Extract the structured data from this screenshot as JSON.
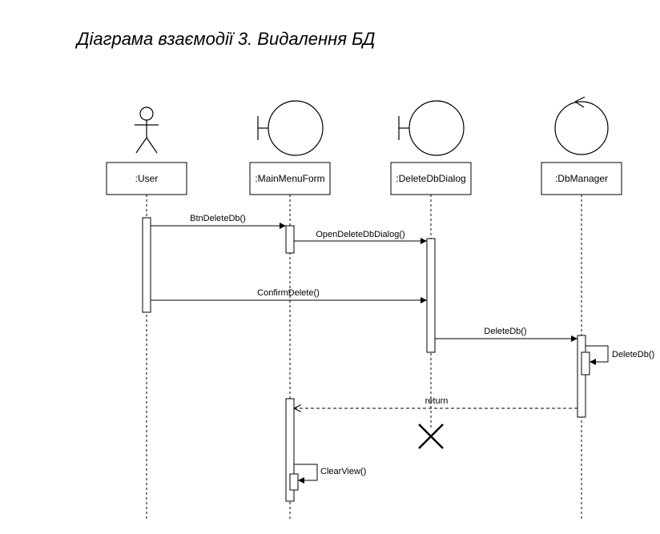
{
  "title": "Діаграма взаємодії 3. Видалення БД",
  "participants": [
    {
      "id": "user",
      "name": ":User",
      "kind": "actor-icon"
    },
    {
      "id": "main",
      "name": ":MainMenuForm",
      "kind": "boundary-icon"
    },
    {
      "id": "dlg",
      "name": ":DeleteDbDialog",
      "kind": "boundary-icon"
    },
    {
      "id": "mgr",
      "name": ":DbManager",
      "kind": "control-icon"
    }
  ],
  "messages": [
    {
      "label": "BtnDeleteDb()",
      "from": "user",
      "to": "main",
      "style": "sync"
    },
    {
      "label": "OpenDeleteDbDialog()",
      "from": "main",
      "to": "dlg",
      "style": "sync"
    },
    {
      "label": "ConfirmDelete()",
      "from": "user",
      "to": "dlg",
      "style": "sync"
    },
    {
      "label": "DeleteDb()",
      "from": "dlg",
      "to": "mgr",
      "style": "sync"
    },
    {
      "label": "DeleteDb()",
      "from": "mgr",
      "to": "mgr",
      "style": "self"
    },
    {
      "label": "return",
      "from": "mgr",
      "to": "main",
      "style": "return"
    },
    {
      "label": "ClearView()",
      "from": "main",
      "to": "main",
      "style": "self"
    }
  ],
  "destroy": {
    "participant": "dlg",
    "icon": "destroy-x-icon"
  }
}
